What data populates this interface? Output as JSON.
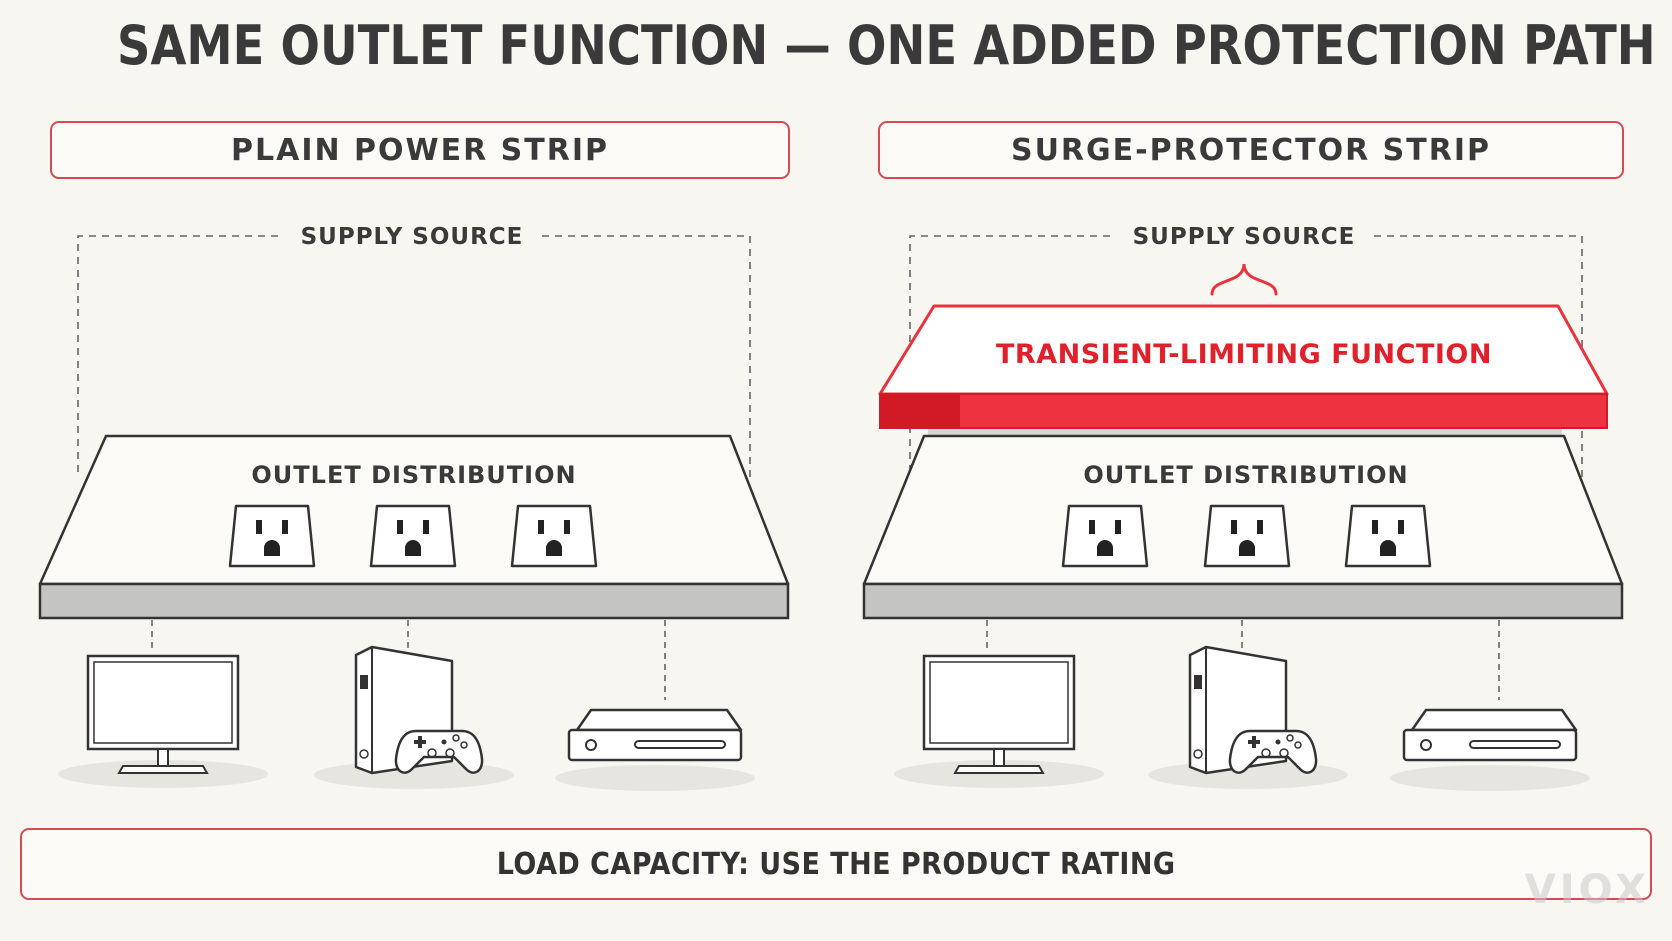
{
  "title": "SAME OUTLET FUNCTION — ONE ADDED PROTECTION PATH",
  "panels": [
    {
      "header": "PLAIN POWER STRIP",
      "supply_label": "SUPPLY SOURCE",
      "distribution_label": "OUTLET DISTRIBUTION"
    },
    {
      "header": "SURGE-PROTECTOR STRIP",
      "supply_label": "SUPPLY SOURCE",
      "protection_label": "TRANSIENT-LIMITING FUNCTION",
      "distribution_label": "OUTLET DISTRIBUTION"
    }
  ],
  "devices": [
    "monitor-icon",
    "game-console-icon",
    "set-top-box-icon"
  ],
  "footer": "LOAD CAPACITY: USE THE PRODUCT RATING",
  "watermark": "VIOX",
  "colors": {
    "accent_red": "#e8323c",
    "border_red": "#d44a55",
    "text_dark": "#3a3a3a",
    "background": "#f8f6f1"
  }
}
